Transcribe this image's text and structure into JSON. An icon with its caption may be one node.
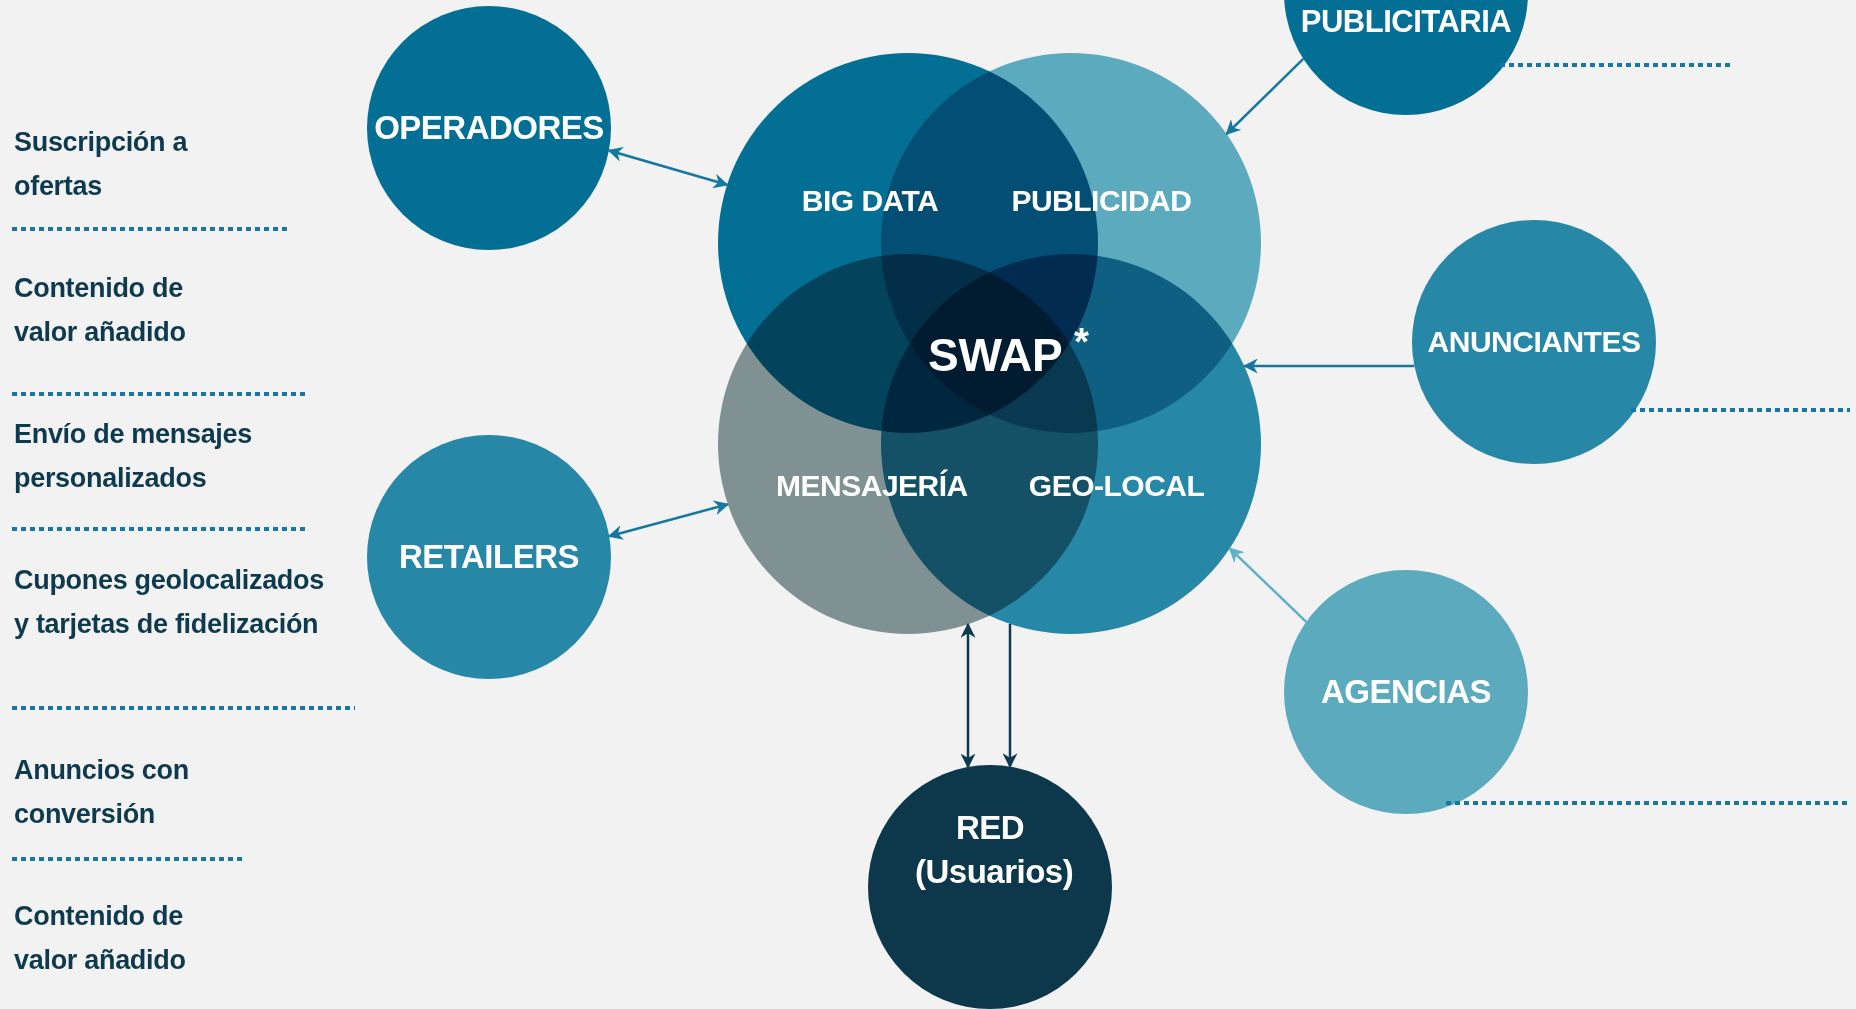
{
  "diagram": {
    "nodes": [
      {
        "text": [
          "OPERADORES"
        ]
      },
      {
        "text": [
          "RETAILERS"
        ]
      },
      {
        "text": [
          "BIG DATA"
        ]
      },
      {
        "text": [
          "PUBLICIDAD"
        ]
      },
      {
        "text": [
          "MENSAJERÍA"
        ]
      },
      {
        "text": [
          "GEO-LOCAL"
        ]
      },
      {
        "text": [
          "PUBLICITARIA"
        ]
      },
      {
        "text": [
          "ANUNCIANTES"
        ]
      },
      {
        "text": [
          "AGENCIAS"
        ]
      },
      {
        "text": [
          "RED (Usuarios)"
        ]
      }
    ],
    "edges": [
      {
        "from": 0,
        "to": 2,
        "arrow": "both"
      },
      {
        "from": 1,
        "to": 4,
        "arrow": "both"
      },
      {
        "from": 6,
        "to": 3,
        "arrow": "to"
      },
      {
        "from": 7,
        "to": 5,
        "arrow": "to"
      },
      {
        "from": 8,
        "to": 5,
        "arrow": "to",
        "color": "#5fb0c8"
      },
      {
        "from": 4,
        "to": 9,
        "arrow": "both",
        "color": "#0d3a4e"
      },
      {
        "from": 5,
        "to": 9,
        "arrow": "to",
        "color": "#0d3a4e"
      }
    ],
    "labels": [
      "Suscripción a ofertas",
      "Contenido de valor añadido",
      "Envío de mensajes personalizados",
      "Cupones geolocalizados y tarjetas de fidelización",
      "Anuncios con conversión",
      "Contenido de valor añadido",
      "SWAP $^{*}$"
    ]
  }
}
